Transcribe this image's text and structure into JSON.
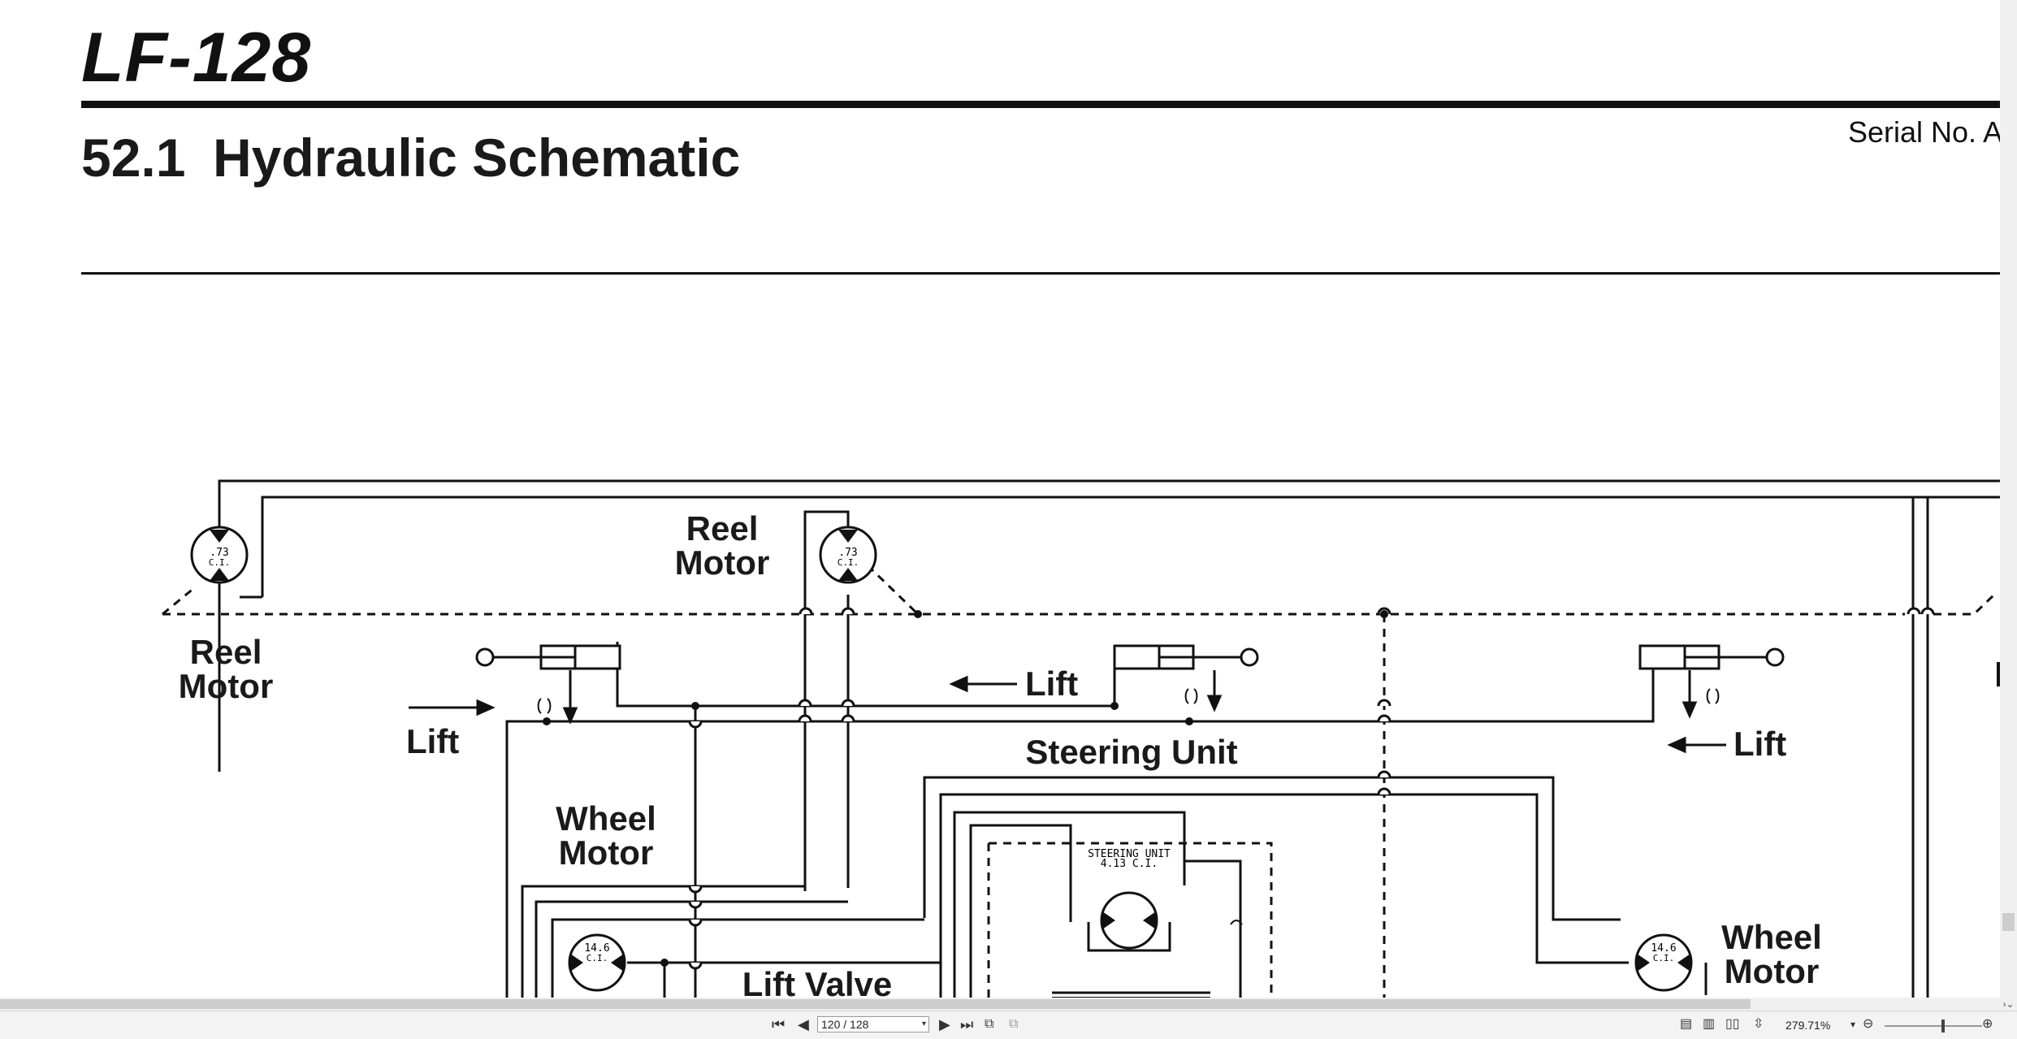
{
  "document": {
    "title": "LF-128",
    "section_number": "52.1",
    "section_title": "Hydraulic Schematic",
    "serial": "Serial No. A"
  },
  "schematic": {
    "labels": {
      "reel_motor_left": [
        "Reel",
        "Motor"
      ],
      "reel_motor_center": [
        "Reel",
        "Motor"
      ],
      "lift_left": "Lift",
      "lift_center": "Lift",
      "lift_right": "Lift",
      "steering_unit": "Steering Unit",
      "wheel_motor_left": [
        "Wheel",
        "Motor"
      ],
      "wheel_motor_right": [
        "Wheel",
        "Motor"
      ],
      "lift_valve": "Lift Valve",
      "motor_rating_reel": [
        ".73",
        "C.I."
      ],
      "motor_rating_wheel": [
        "14.6",
        "C.I."
      ],
      "steering_unit_box": [
        "STEERING UNIT",
        "4.13 C.I."
      ]
    }
  },
  "viewer": {
    "page_indicator": "120 / 128",
    "zoom": "279.71%",
    "icons": [
      "first-page-icon",
      "prev-page-icon",
      "next-page-icon",
      "last-page-icon",
      "single-page-view-icon",
      "continuous-view-icon",
      "two-page-view-icon",
      "fit-width-icon",
      "zoom-out-icon",
      "zoom-in-icon"
    ]
  },
  "colors": {
    "ink": "#111111",
    "toolbar": "#f3f3f3",
    "scrollbar": "#cdcdcd"
  }
}
